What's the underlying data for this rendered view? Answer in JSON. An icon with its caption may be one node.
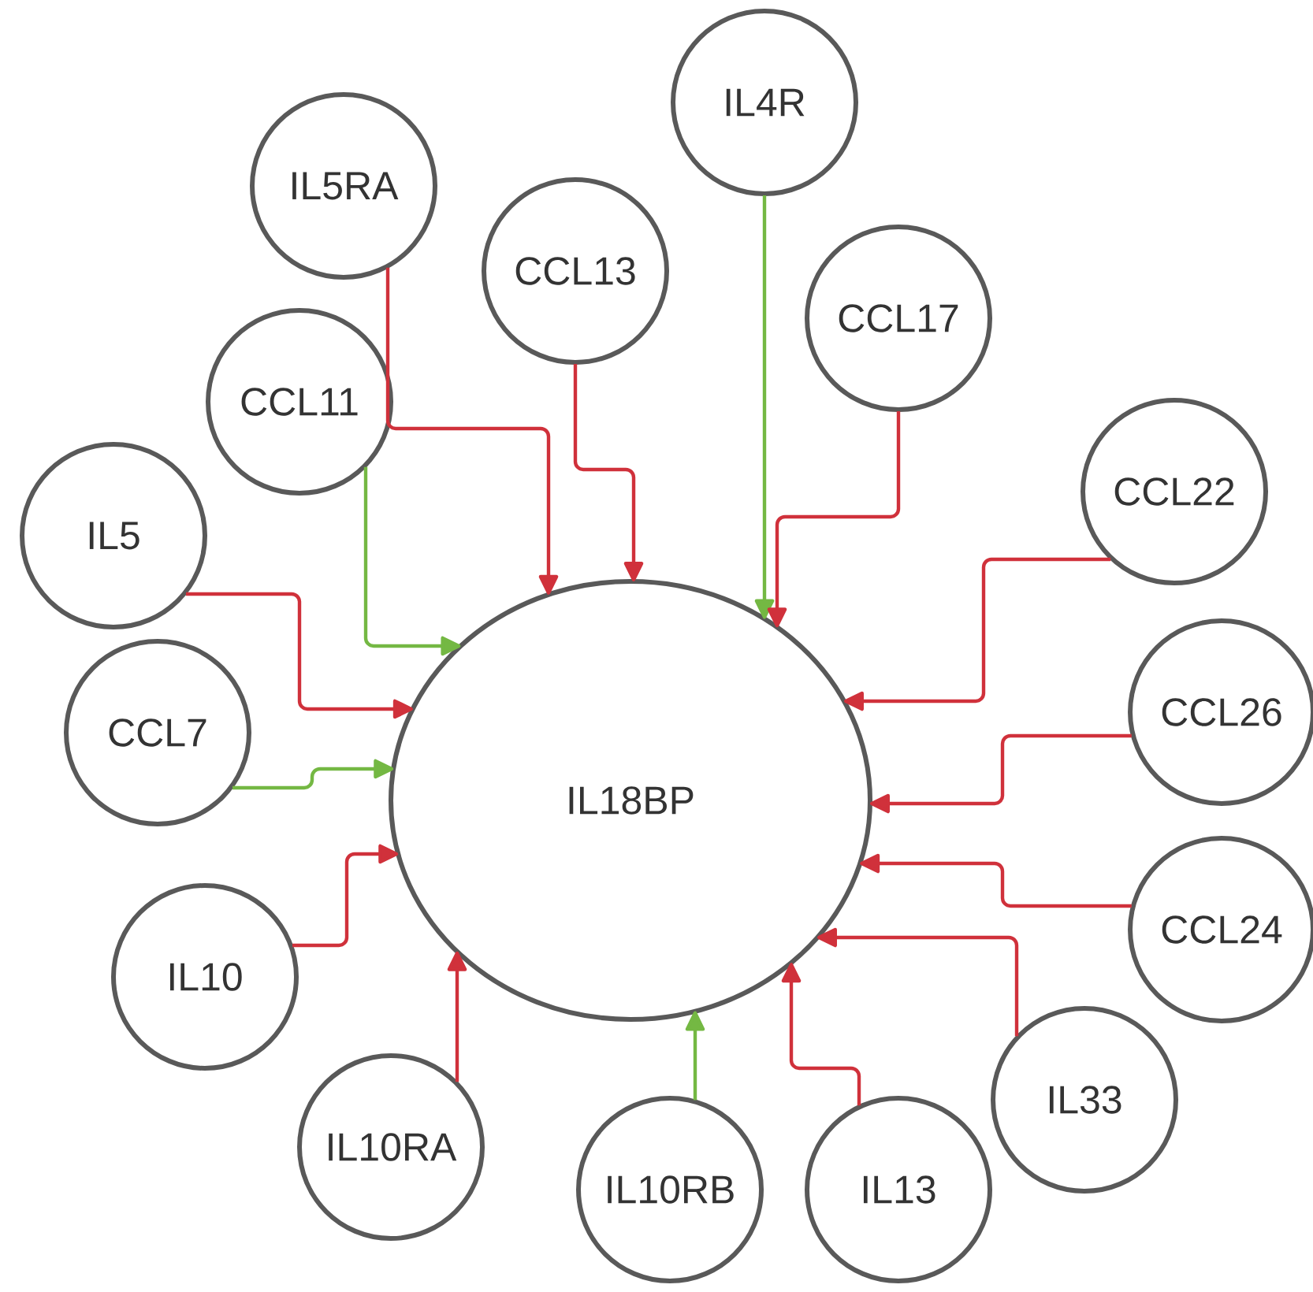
{
  "diagram": {
    "nodes": [
      {
        "text": [
          "IL4R"
        ]
      },
      {
        "text": [
          "IL5RA"
        ]
      },
      {
        "text": [
          "CCL13"
        ]
      },
      {
        "text": [
          "CCL17"
        ]
      },
      {
        "text": [
          "CCL11"
        ]
      },
      {
        "text": [
          "CCL22"
        ]
      },
      {
        "text": [
          "IL5"
        ]
      },
      {
        "text": [
          "IL18BP"
        ]
      },
      {
        "text": [
          "CCL7"
        ]
      },
      {
        "text": [
          "CCL26"
        ]
      },
      {
        "text": [
          "CCL24"
        ]
      },
      {
        "text": [
          "IL10"
        ]
      },
      {
        "text": [
          "IL33"
        ]
      },
      {
        "text": [
          "IL10RA"
        ]
      },
      {
        "text": [
          "IL10RB"
        ]
      },
      {
        "text": [
          "IL13"
        ]
      }
    ],
    "edges": [
      {
        "from": 0,
        "to": 7,
        "arrow": "to",
        "color": "#74b843"
      },
      {
        "from": 1,
        "to": 7,
        "arrow": "to"
      },
      {
        "from": 2,
        "to": 7,
        "arrow": "to"
      },
      {
        "from": 3,
        "to": 7,
        "arrow": "to"
      },
      {
        "from": 4,
        "to": 7,
        "arrow": "to",
        "color": "#74b843"
      },
      {
        "from": 5,
        "to": 7,
        "arrow": "to"
      },
      {
        "from": 6,
        "to": 7,
        "arrow": "to"
      },
      {
        "from": 8,
        "to": 7,
        "arrow": "to",
        "color": "#74b843"
      },
      {
        "from": 9,
        "to": 7,
        "arrow": "to"
      },
      {
        "from": 10,
        "to": 7,
        "arrow": "to"
      },
      {
        "from": 11,
        "to": 7,
        "arrow": "to"
      },
      {
        "from": 12,
        "to": 7,
        "arrow": "to"
      },
      {
        "from": 13,
        "to": 7,
        "arrow": "to"
      },
      {
        "from": 14,
        "to": 7,
        "arrow": "to",
        "color": "#74b843"
      },
      {
        "from": 15,
        "to": 7,
        "arrow": "to"
      }
    ]
  }
}
